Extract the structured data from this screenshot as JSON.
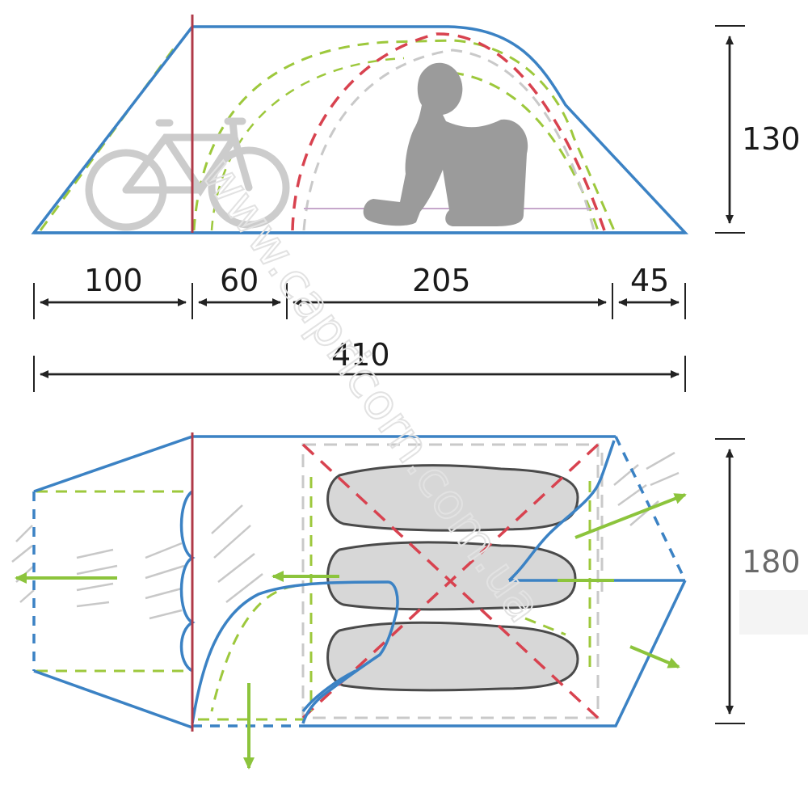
{
  "dimensions": {
    "side_height": "130",
    "seg_vestibule": "100",
    "seg_porch": "60",
    "seg_inner": "205",
    "seg_rear": "45",
    "total_length": "410",
    "plan_width": "180"
  },
  "watermark": "www.capricorn.com.ua",
  "colors": {
    "outer_tent": "#3b82c4",
    "pole_line": "#b03a48",
    "inner_tent_dash": "#9dc83c",
    "pole_dash": "#d8424f",
    "silhouette": "#9b9b9b",
    "bike": "#cccccc",
    "sleeping_bag": "#d7d7d7",
    "arrow": "#8cc43c",
    "dimension": "#222222"
  },
  "icons": [
    "bicycle-icon",
    "person-with-backpack-icon",
    "sleeping-bag-icon",
    "airflow-arrow-icon"
  ]
}
